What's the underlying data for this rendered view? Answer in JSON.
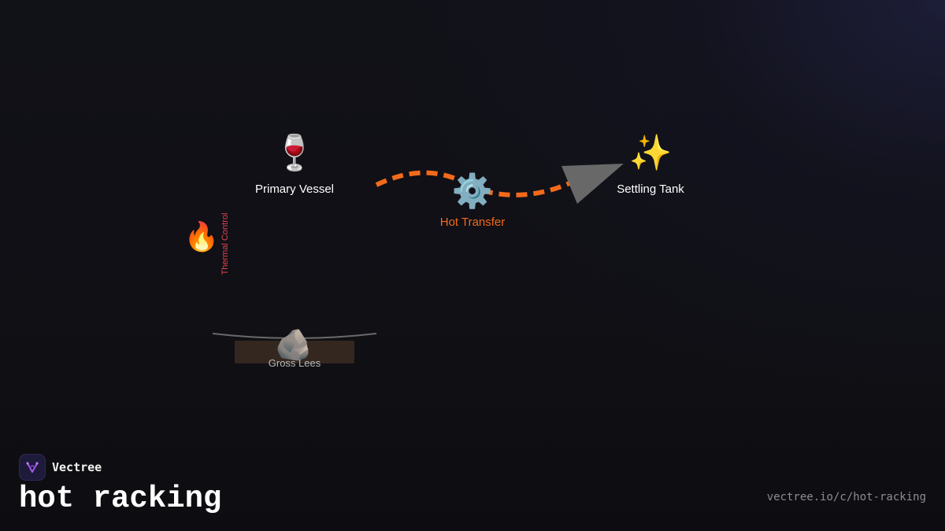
{
  "diagram": {
    "nodes": {
      "primary_vessel": {
        "label": "Primary Vessel",
        "icon": "wine-glass-icon",
        "glyph": "🍷"
      },
      "hot_transfer": {
        "label": "Hot Transfer",
        "icon": "gear-icon",
        "glyph": "⚙️"
      },
      "settling_tank": {
        "label": "Settling Tank",
        "icon": "sparkles-icon",
        "glyph": "✨"
      },
      "thermal_control": {
        "label": "Thermal Control",
        "icon": "fire-icon",
        "glyph": "🔥"
      },
      "gross_lees": {
        "label": "Gross Lees",
        "icon": "rock-icon",
        "glyph": "🪨"
      }
    },
    "colors": {
      "flow": "#f26a1b",
      "hot_transfer_label": "#f26a1b",
      "thermal_label": "#e0444e",
      "arrowhead": "#6e6e6e",
      "lees_box": "#3a2c22",
      "lees_label": "#b9b9b9"
    }
  },
  "footer": {
    "brand_name": "Vectree",
    "brand_icon": "vectree-logo-icon",
    "title": "hot racking",
    "url": "vectree.io/c/hot-racking"
  }
}
